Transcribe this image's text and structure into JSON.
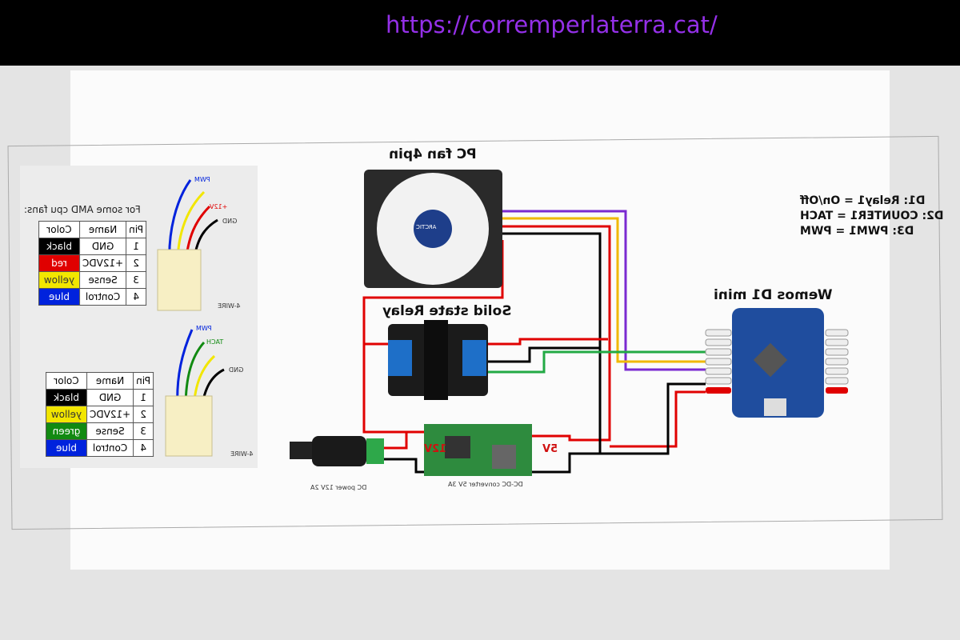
{
  "url": "https://corremperlaterra.cat/",
  "fan_title": "PC fan 4pin",
  "relay_title": "Solid state Relay",
  "wemos_title": "Wemos D1 mini",
  "pin_map": [
    "D1: Relay1 = On/Off",
    "D2: COUNTER1 = TACH",
    "D3: PWM1 = PWM"
  ],
  "amd_caption": "For some AMD cpu fans:",
  "table_headers": [
    "Pin",
    "Name",
    "Color"
  ],
  "table1": [
    {
      "pin": "1",
      "name": "GND",
      "color": "black",
      "hex": "#000000"
    },
    {
      "pin": "2",
      "name": "+12VDC",
      "color": "red",
      "hex": "#e00000"
    },
    {
      "pin": "3",
      "name": "Sense",
      "color": "yellow",
      "hex": "#f2e600"
    },
    {
      "pin": "4",
      "name": "Control",
      "color": "blue",
      "hex": "#0022dd"
    }
  ],
  "table2": [
    {
      "pin": "1",
      "name": "GND",
      "color": "black",
      "hex": "#000000"
    },
    {
      "pin": "2",
      "name": "+12VDC",
      "color": "yellow",
      "hex": "#f2e600"
    },
    {
      "pin": "3",
      "name": "Sense",
      "color": "green",
      "hex": "#118a11"
    },
    {
      "pin": "4",
      "name": "Control",
      "color": "blue",
      "hex": "#0022dd"
    }
  ],
  "connector_label": "4-WIRE",
  "wire_labels1": [
    "PWM",
    "+12V",
    "GND"
  ],
  "wire_labels2": [
    "PWM",
    "TACH",
    "GND"
  ],
  "v12_label": "12V",
  "v5_label": "5V",
  "dc_power_label": "DC power 12V 2A",
  "converter_label": "DC-DC converter 5V 3A",
  "fan_brand": "ARCTIC",
  "colors": {
    "url": "#9430e8",
    "wemos_board": "#1f4d9e",
    "converter_board": "#2e8b3e",
    "wire_red": "#e00000",
    "wire_black": "#000000",
    "wire_green": "#22aa44",
    "wire_yellow": "#f0b800",
    "wire_purple": "#7a2ad0"
  }
}
